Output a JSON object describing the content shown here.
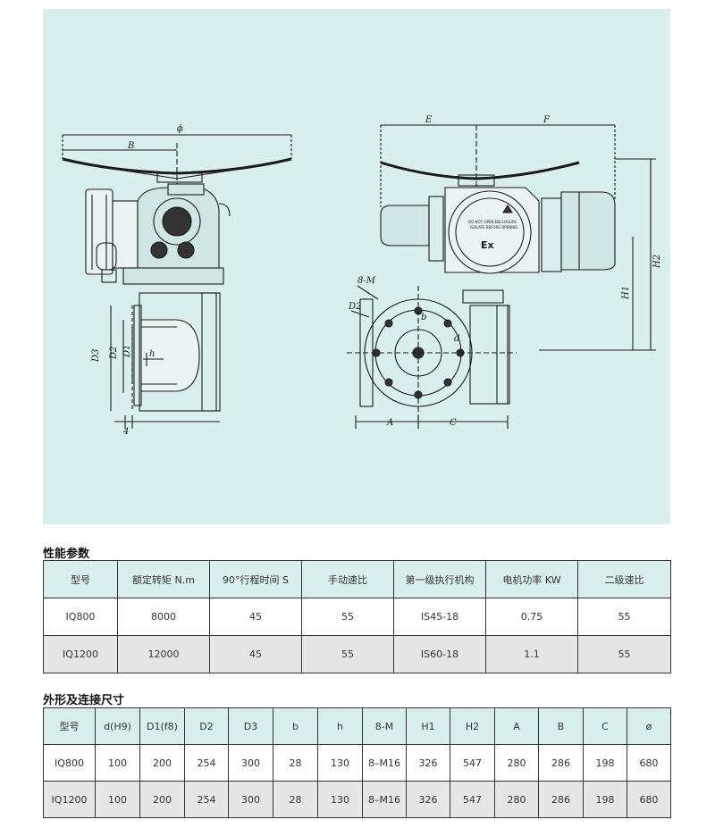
{
  "drawing": {
    "left_labels": [
      "B",
      "ϕ",
      "D3",
      "D2",
      "D1",
      "h",
      "4"
    ],
    "right_labels": [
      "E",
      "F",
      "H2",
      "H1",
      "8-M",
      "D2",
      "b",
      "d",
      "A",
      "C"
    ],
    "plate_text": [
      "DO NOT OPEN ENCLOSURE",
      "ISOLATE BEFORE OPENING"
    ],
    "ex_mark": "Ex"
  },
  "performance": {
    "title": "性能参数",
    "headers": [
      "型号",
      "额定转矩 N.m",
      "90°行程时间 S",
      "手动速比",
      "第一级执行机构",
      "电机功率 KW",
      "二级速比"
    ],
    "rows": [
      [
        "IQ800",
        "8000",
        "45",
        "55",
        "IS45-18",
        "0.75",
        "55"
      ],
      [
        "IQ1200",
        "12000",
        "45",
        "55",
        "IS60-18",
        "1.1",
        "55"
      ]
    ]
  },
  "dimensions": {
    "title": "外形及连接尺寸",
    "headers": [
      "型号",
      "d(H9)",
      "D1(f8)",
      "D2",
      "D3",
      "b",
      "h",
      "8-M",
      "H1",
      "H2",
      "A",
      "B",
      "C",
      "ø"
    ],
    "rows": [
      [
        "IQ800",
        "100",
        "200",
        "254",
        "300",
        "28",
        "130",
        "8–M16",
        "326",
        "547",
        "280",
        "286",
        "198",
        "680"
      ],
      [
        "IQ1200",
        "100",
        "200",
        "254",
        "300",
        "28",
        "130",
        "8–M16",
        "326",
        "547",
        "280",
        "286",
        "198",
        "680"
      ]
    ]
  },
  "colors": {
    "panel": "#d9efee",
    "header": "#d9efee",
    "shade": "#e6e6e6",
    "line": "#1a1a1a"
  }
}
